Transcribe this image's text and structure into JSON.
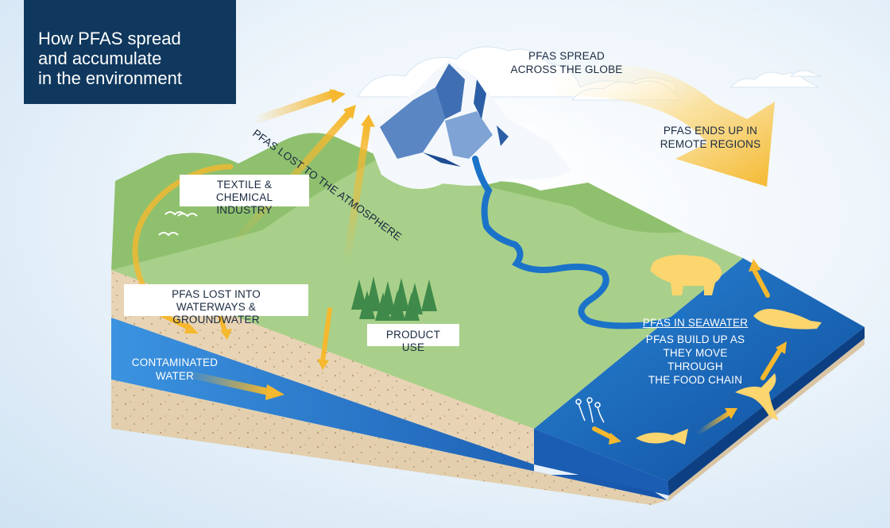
{
  "title": {
    "lines": [
      "How PFAS spread",
      "and accumulate",
      "in the environment"
    ]
  },
  "labels": {
    "atmosphere": "PFAS LOST TO THE ATMOSPHERE",
    "spread_globe": [
      "PFAS SPREAD",
      "ACROSS THE GLOBE"
    ],
    "remote_regions": [
      "PFAS ENDS UP IN",
      "REMOTE REGIONS"
    ],
    "textile_industry": [
      "TEXTILE & CHEMICAL",
      "INDUSTRY"
    ],
    "waterways": [
      "PFAS LOST INTO",
      "WATERWAYS & GROUNDWATER"
    ],
    "product_use": "PRODUCT USE",
    "contaminated_water": [
      "CONTAMINATED",
      "WATER"
    ],
    "seawater_heading": "PFAS IN SEAWATER",
    "food_chain": [
      "PFAS BUILD UP AS",
      "THEY MOVE THROUGH",
      "THE FOOD CHAIN"
    ]
  },
  "colors": {
    "title_bg": "#10385e",
    "arrow": "#f5b82e",
    "land": "#a9d08a",
    "soil": "#e8d4b4",
    "groundwater": "#1e6fc0",
    "sea": "#1a63b8",
    "river": "#1b73c9",
    "mountain": "#5a86c3",
    "animal": "#fbd56e"
  },
  "icons": [
    "cloud-icon",
    "mountain-icon",
    "tree-icon",
    "bird-icon",
    "polar-bear-icon",
    "seal-icon",
    "seabird-icon",
    "fish-icon",
    "plankton-icon"
  ]
}
